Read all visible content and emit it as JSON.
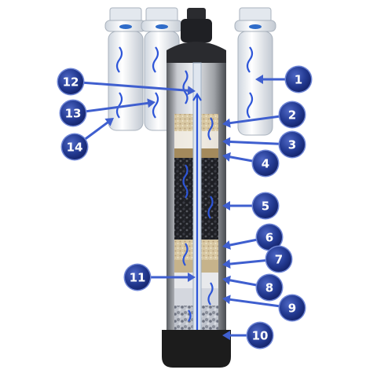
{
  "figure": {
    "callouts": [
      {
        "number": "1"
      },
      {
        "number": "2"
      },
      {
        "number": "3"
      },
      {
        "number": "4"
      },
      {
        "number": "5"
      },
      {
        "number": "6"
      },
      {
        "number": "7"
      },
      {
        "number": "8"
      },
      {
        "number": "9"
      },
      {
        "number": "10"
      },
      {
        "number": "11"
      },
      {
        "number": "12"
      },
      {
        "number": "13"
      },
      {
        "number": "14"
      }
    ],
    "colors": {
      "badge": "#243a8f",
      "badge_ring": "#6f86d6",
      "arrow": "#3f5fcf",
      "flow": "#2d55d8",
      "tank_body": "#8e9196",
      "tank_base": "#1c1c1c",
      "media_fine": "#d8c8a3",
      "media_coarse": "#b8a07b",
      "media_carbon": "#1e1f24",
      "housing": "#f0f3f7"
    }
  }
}
